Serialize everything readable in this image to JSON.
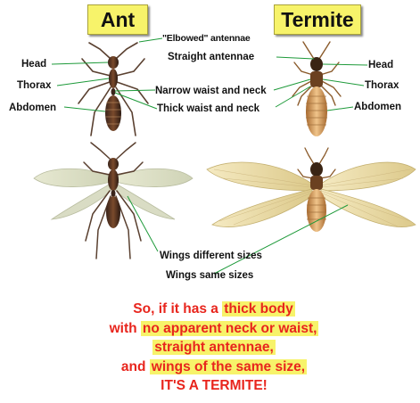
{
  "titles": {
    "ant": "Ant",
    "termite": "Termite"
  },
  "labels": {
    "elbowed_antennae": "\"Elbowed\" antennae",
    "straight_antennae": "Straight antennae",
    "ant_head": "Head",
    "ant_thorax": "Thorax",
    "ant_abdomen": "Abdomen",
    "termite_head": "Head",
    "termite_thorax": "Thorax",
    "termite_abdomen": "Abdomen",
    "narrow_waist": "Narrow waist and neck",
    "thick_waist": "Thick waist and neck",
    "wings_different": "Wings different sizes",
    "wings_same": "Wings same sizes"
  },
  "summary": {
    "l1_pre": "So, if it has a ",
    "l1_hl": "thick body",
    "l2_pre": "with ",
    "l2_hl": "no apparent neck or waist,",
    "l3_hl": "straight antennae,",
    "l4_pre": "and ",
    "l4_hl": "wings of the same size,",
    "l5": "IT'S A TERMITE!"
  },
  "colors": {
    "title_bg": "#f7f36a",
    "summary_text": "#e8251d",
    "leader_line": "#1e9a3a"
  }
}
